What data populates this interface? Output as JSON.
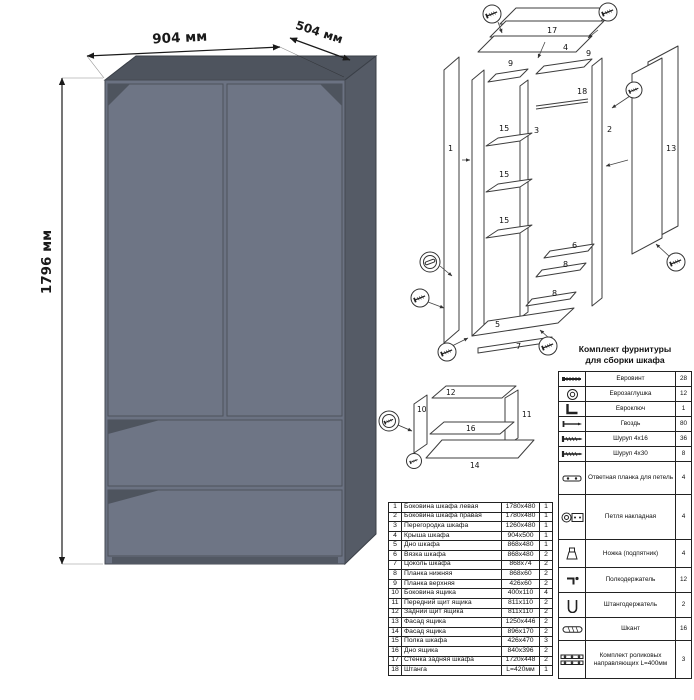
{
  "dimensions": {
    "width": "904 мм",
    "depth": "504 мм",
    "height": "1796 мм"
  },
  "diagram": {
    "labels": [
      "17",
      "4",
      "9",
      "9",
      "18",
      "1",
      "3",
      "2",
      "15",
      "15",
      "15",
      "13",
      "6",
      "8",
      "8",
      "5",
      "7"
    ]
  },
  "drawer_diagram": {
    "labels": [
      "12",
      "10",
      "16",
      "11",
      "14"
    ]
  },
  "parts_table": {
    "rows": [
      {
        "num": "1",
        "name": "Боковина шкафа левая",
        "size": "1780x480",
        "qty": "1"
      },
      {
        "num": "2",
        "name": "Боковина шкафа правая",
        "size": "1780x480",
        "qty": "1"
      },
      {
        "num": "3",
        "name": "Перегородка шкафа",
        "size": "1260x480",
        "qty": "1"
      },
      {
        "num": "4",
        "name": "Крыша шкафа",
        "size": "904x500",
        "qty": "1"
      },
      {
        "num": "5",
        "name": "Дно шкафа",
        "size": "868x480",
        "qty": "1"
      },
      {
        "num": "6",
        "name": "Вязка шкафа",
        "size": "868x480",
        "qty": "2"
      },
      {
        "num": "7",
        "name": "Цоколь шкафа",
        "size": "868x74",
        "qty": "2"
      },
      {
        "num": "8",
        "name": "Планка нижняя",
        "size": "868x60",
        "qty": "2"
      },
      {
        "num": "9",
        "name": "Планка верхняя",
        "size": "426x60",
        "qty": "2"
      },
      {
        "num": "10",
        "name": "Боковина ящика",
        "size": "400x110",
        "qty": "4"
      },
      {
        "num": "11",
        "name": "Передний щит ящика",
        "size": "811x110",
        "qty": "2"
      },
      {
        "num": "12",
        "name": "Задний щит ящика",
        "size": "811x110",
        "qty": "2"
      },
      {
        "num": "13",
        "name": "Фасад ящика",
        "size": "1250x446",
        "qty": "2"
      },
      {
        "num": "14",
        "name": "Фасад ящика",
        "size": "896x170",
        "qty": "2"
      },
      {
        "num": "15",
        "name": "Полка шкафа",
        "size": "426x470",
        "qty": "3"
      },
      {
        "num": "16",
        "name": "Дно ящика",
        "size": "840x396",
        "qty": "2"
      },
      {
        "num": "17",
        "name": "Стенка задняя шкафа",
        "size": "1720x448",
        "qty": "2"
      },
      {
        "num": "18",
        "name": "Штанга",
        "size": "L=420мм",
        "qty": "1"
      }
    ]
  },
  "hardware": {
    "title_line1": "Комплект фурнитуры",
    "title_line2": "для сборки шкафа",
    "items": [
      {
        "icon": "euro-screw",
        "name": "Евровинт",
        "qty": "28"
      },
      {
        "icon": "euro-cap",
        "name": "Еврозаглушка",
        "qty": "12"
      },
      {
        "icon": "hex-key",
        "name": "Евроключ",
        "qty": "1"
      },
      {
        "icon": "nail",
        "name": "Гвоздь",
        "qty": "80"
      },
      {
        "icon": "screw",
        "name": "Шуруп 4x16",
        "qty": "36"
      },
      {
        "icon": "screw",
        "name": "Шуруп 4x30",
        "qty": "8"
      },
      {
        "icon": "hinge-plate",
        "name": "Ответная планка для петель",
        "qty": "4"
      },
      {
        "icon": "hinge",
        "name": "Петля накладная",
        "qty": "4"
      },
      {
        "icon": "foot",
        "name": "Ножка (подпятник)",
        "qty": "4"
      },
      {
        "icon": "shelf-pin",
        "name": "Полкодержатель",
        "qty": "12"
      },
      {
        "icon": "rod-holder",
        "name": "Штангодержатель",
        "qty": "2"
      },
      {
        "icon": "dowel",
        "name": "Шкант",
        "qty": "16"
      },
      {
        "icon": "rails",
        "name": "Комплект роликовых направляющих L=400мм",
        "qty": "3"
      }
    ]
  }
}
